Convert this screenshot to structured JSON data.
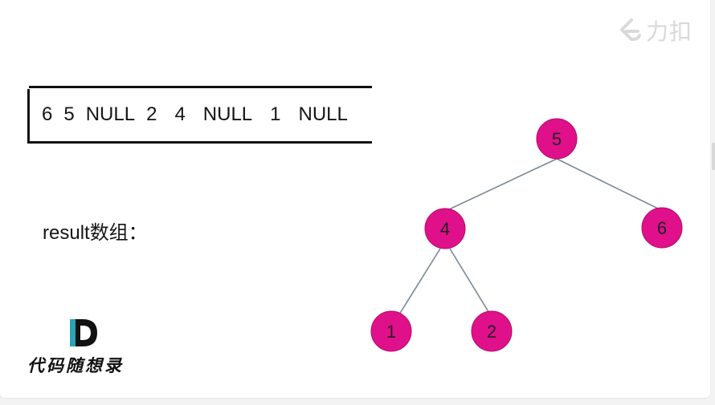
{
  "watermark": {
    "text": "力扣",
    "icon": "leetcode-logo-icon"
  },
  "queue": {
    "items": [
      "6",
      "5",
      "NULL",
      "2",
      "4",
      "NULL",
      "1",
      "NULL"
    ]
  },
  "result": {
    "label": "result数组："
  },
  "logo": {
    "mark": "D",
    "text": "代码随想录",
    "colors": {
      "primary": "#111111",
      "accent": "#2aa3b2"
    }
  },
  "tree": {
    "node_color": "#e0108a",
    "edge_color": "#7b8794",
    "nodes": [
      {
        "id": "5",
        "label": "5"
      },
      {
        "id": "4",
        "label": "4"
      },
      {
        "id": "6",
        "label": "6"
      },
      {
        "id": "1",
        "label": "1"
      },
      {
        "id": "2",
        "label": "2"
      }
    ],
    "edges": [
      [
        "5",
        "4"
      ],
      [
        "5",
        "6"
      ],
      [
        "4",
        "1"
      ],
      [
        "4",
        "2"
      ]
    ]
  }
}
